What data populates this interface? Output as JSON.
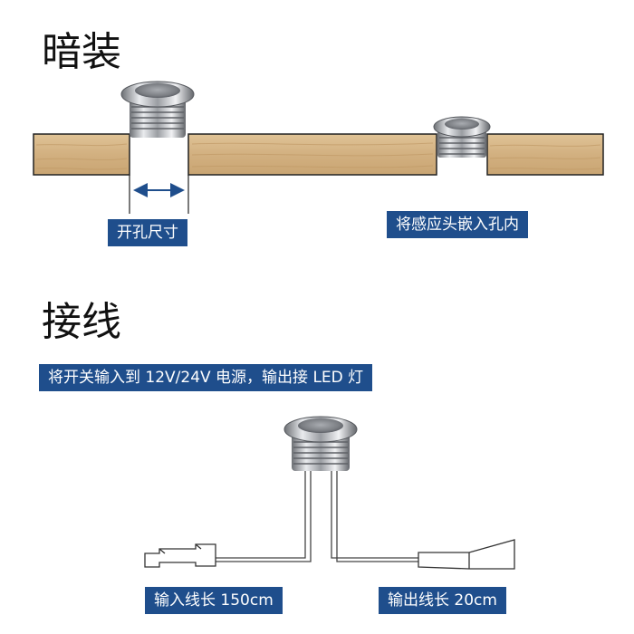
{
  "section_recessed": {
    "heading": "暗装",
    "hole_size_label": "开孔尺寸",
    "embed_label": "将感应头嵌入孔内"
  },
  "section_wiring": {
    "heading": "接线",
    "instruction_label": "将开关输入到 12V/24V 电源，输出接 LED 灯",
    "input_cable_label": "输入线长 150cm",
    "output_cable_label": "输出线长 20cm"
  },
  "colors": {
    "label_bg": "#1f4e8c",
    "wood": "#d7b88a",
    "wood_dark": "#bf9b68",
    "metal": "#b9bcc0",
    "dimension_line": "#1f4e8c"
  }
}
